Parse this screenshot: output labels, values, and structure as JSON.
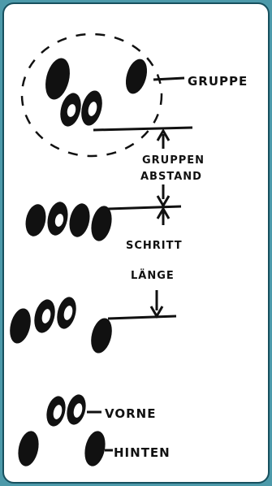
{
  "labels": {
    "gruppe": "GRUPPE",
    "gruppen_abstand_1": "GRUPPEN",
    "gruppen_abstand_2": "ABSTAND",
    "schritt_laenge_1": "SCHRITT",
    "schritt_laenge_2": "LÄNGE",
    "vorne": "VORNE",
    "hinten": "HINTEN"
  },
  "colors": {
    "frame": "#4d9aaa",
    "border": "#17505e",
    "ink": "#111111"
  }
}
